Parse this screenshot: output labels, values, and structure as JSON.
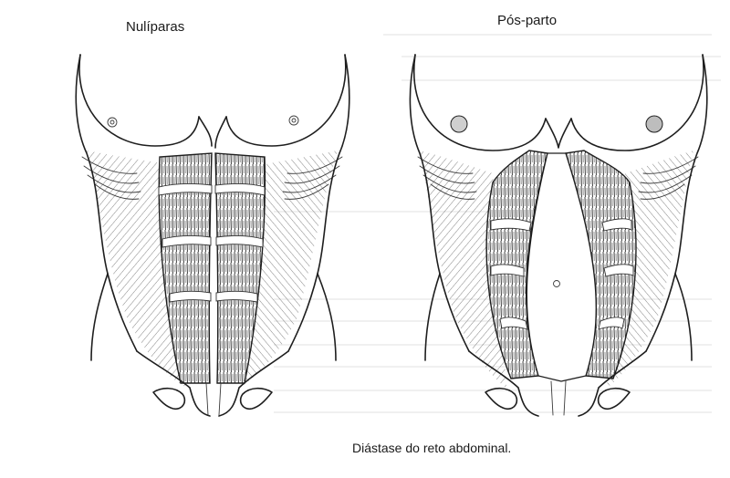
{
  "figure": {
    "left_label": "Nulíparas",
    "right_label": "Pós-parto",
    "caption": "Diástase do reto abdominal."
  }
}
